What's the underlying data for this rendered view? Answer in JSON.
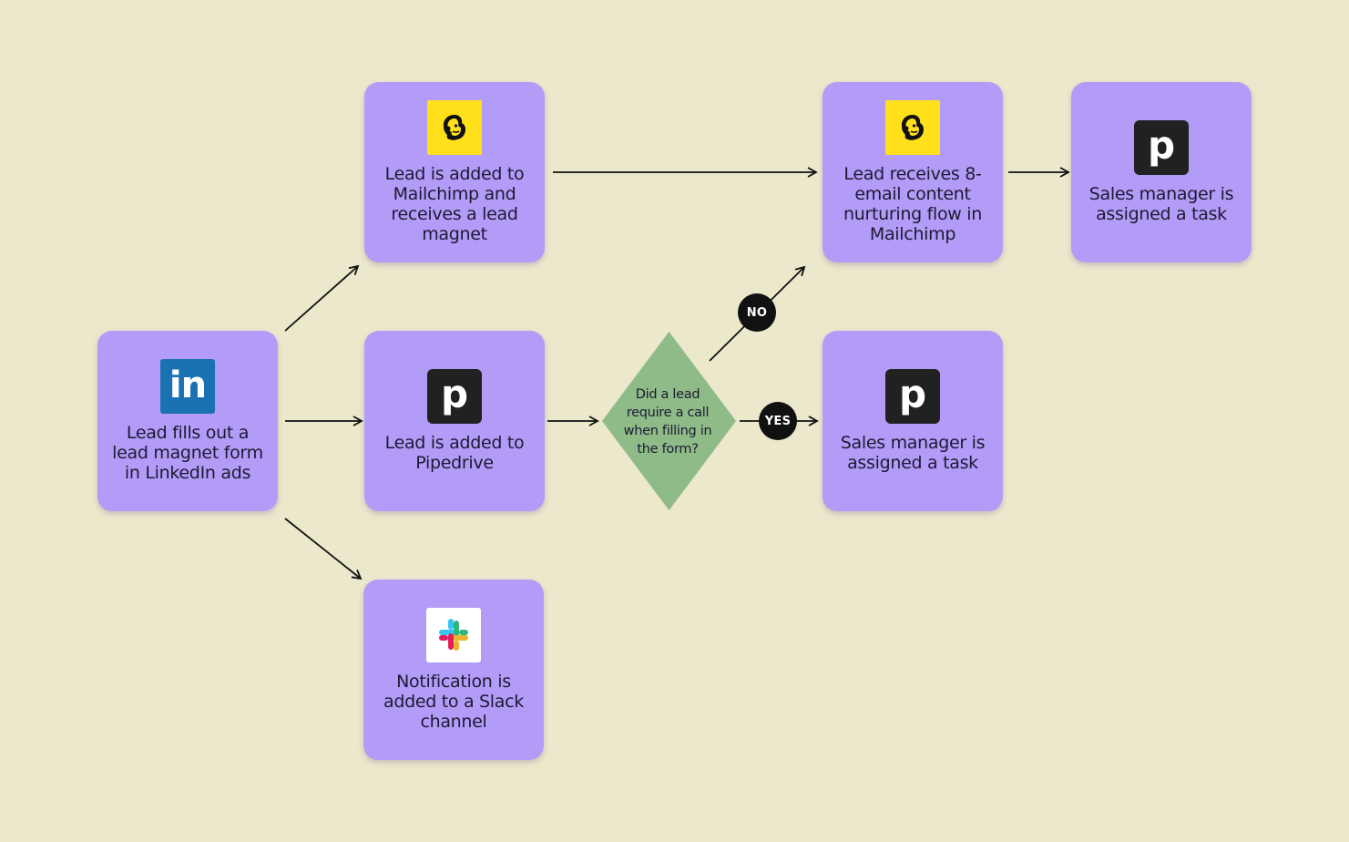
{
  "diagram": {
    "nodes": {
      "linkedin_form": {
        "label": "Lead fills out a lead magnet form in LinkedIn ads",
        "icon": "linkedin-icon"
      },
      "mailchimp_add": {
        "label": "Lead is added to Mailchimp and receives a lead magnet",
        "icon": "mailchimp-icon"
      },
      "pipedrive_add": {
        "label": "Lead is added to Pipedrive",
        "icon": "pipedrive-icon"
      },
      "slack_notify": {
        "label": "Notification is added to a Slack channel",
        "icon": "slack-icon"
      },
      "mailchimp_flow": {
        "label": "Lead receives 8-email content nurturing flow in Mailchimp",
        "icon": "mailchimp-icon"
      },
      "task_top": {
        "label": "Sales manager is assigned a task",
        "icon": "pipedrive-icon"
      },
      "task_mid": {
        "label": "Sales manager is assigned a task",
        "icon": "pipedrive-icon"
      }
    },
    "decision": {
      "label": "Did a lead require a call when filling in the form?"
    },
    "branches": {
      "no": "NO",
      "yes": "YES"
    },
    "icon_glyphs": {
      "linkedin": "in",
      "pipedrive": "p"
    },
    "colors": {
      "background": "#ebe8cc",
      "node": "#b39cf7",
      "decision": "#8fbb88",
      "linkedin": "#1a72b2",
      "mailchimp": "#ffe01b",
      "pipedrive": "#212121"
    }
  }
}
